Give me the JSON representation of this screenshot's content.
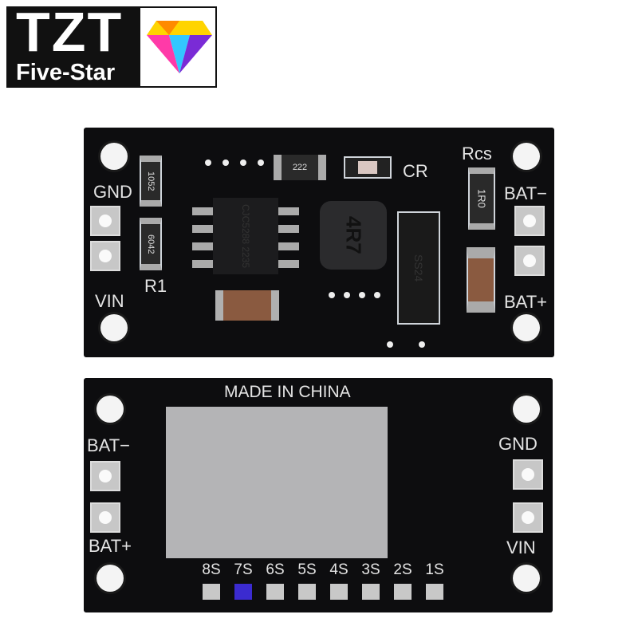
{
  "logo": {
    "brand": "TZT",
    "tagline": "Five-Star",
    "icon": "diamond-icon",
    "colors": [
      "#ff3aa8",
      "#ffd400",
      "#33c7ff",
      "#7a2bd6"
    ]
  },
  "top_board": {
    "labels": {
      "gnd": "GND",
      "vin": "VIN",
      "r1": "R1",
      "rcs": "Rcs",
      "cr": "CR",
      "bat_minus": "BAT−",
      "bat_plus": "BAT+"
    },
    "components": {
      "resistor1": "1052",
      "resistor2": "6042",
      "resistor_top": "222",
      "rcs": "1R0",
      "ic": "CJC5288 2235",
      "inductor": "4R7",
      "diode": "SS24"
    }
  },
  "bottom_board": {
    "marking": "MADE IN CHINA",
    "labels": {
      "bat_minus": "BAT−",
      "bat_plus": "BAT+",
      "gnd": "GND",
      "vin": "VIN"
    },
    "cell_selectors": [
      "8S",
      "7S",
      "6S",
      "5S",
      "4S",
      "3S",
      "2S",
      "1S"
    ],
    "selected_cells": "7S",
    "selected_color": "#3b2bd0"
  }
}
